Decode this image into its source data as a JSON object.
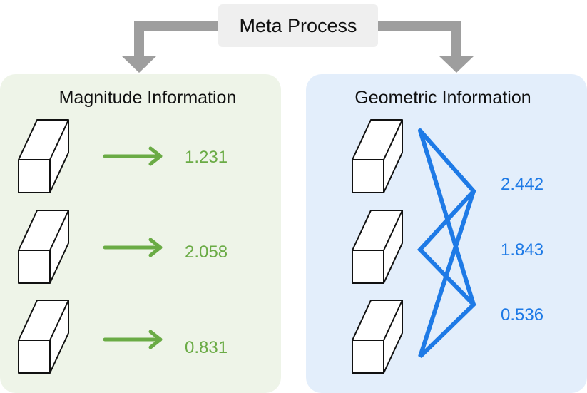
{
  "header": {
    "title": "Meta Process"
  },
  "left_panel": {
    "title": "Magnitude Information",
    "values": [
      "1.231",
      "2.058",
      "0.831"
    ]
  },
  "right_panel": {
    "title": "Geometric Information",
    "values": [
      "2.442",
      "1.843",
      "0.536"
    ]
  },
  "colors": {
    "left_panel_bg": "#eef4e8",
    "right_panel_bg": "#e3eefb",
    "green": "#6aab45",
    "blue": "#1e7ae6",
    "connector_gray": "#9e9e9e",
    "title_box_bg": "#efefef"
  },
  "icons": {
    "box": "cuboid-icon",
    "arrow": "right-arrow-icon",
    "zigzag": "zigzag-polyline"
  }
}
